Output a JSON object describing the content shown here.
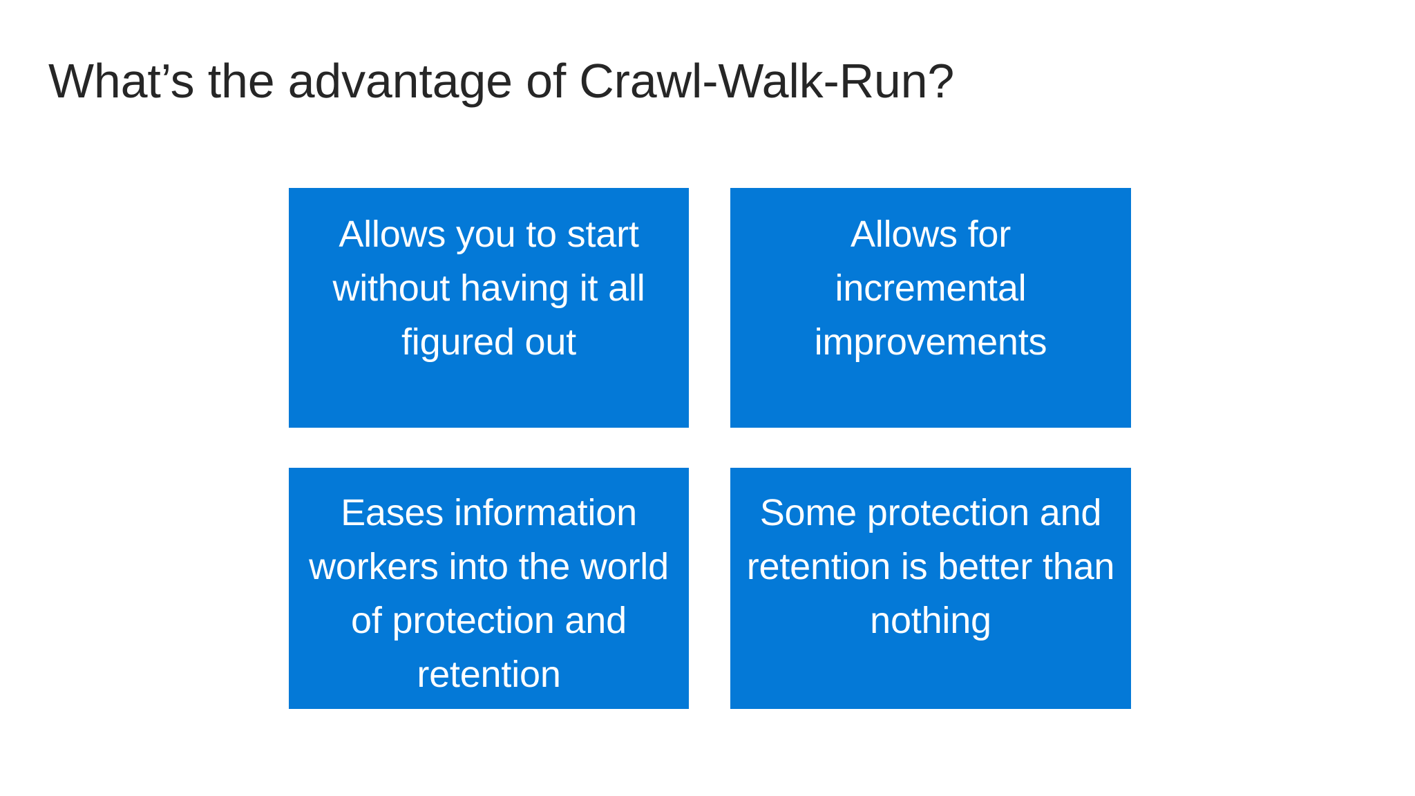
{
  "slide": {
    "background_color": "#ffffff",
    "title": "What’s the advantage of Crawl-Walk-Run?",
    "title_color": "#262626",
    "accent_color": "#0479d7",
    "card_text_color": "#ffffff"
  },
  "cards": [
    {
      "id": "card-start-without-figured-out",
      "text": "Allows you to start without having it all figured out",
      "position": "top-left"
    },
    {
      "id": "card-incremental-improvements",
      "text": "Allows for incremental improvements",
      "position": "top-right"
    },
    {
      "id": "card-eases-information-workers",
      "text": "Eases information workers into the world of protection and retention",
      "position": "bottom-left"
    },
    {
      "id": "card-better-than-nothing",
      "text": "Some protection and retention is better than nothing",
      "position": "bottom-right"
    }
  ]
}
